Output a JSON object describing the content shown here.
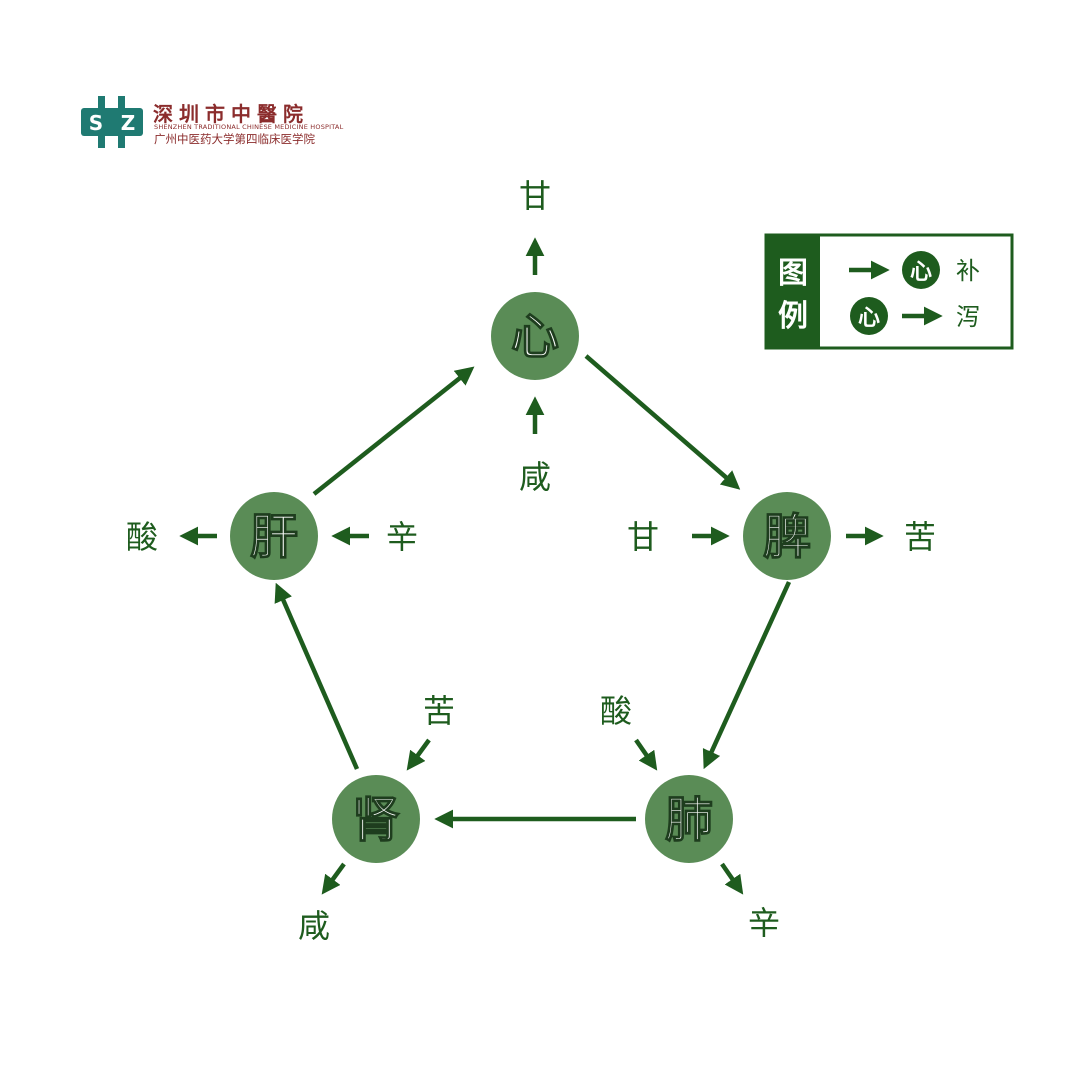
{
  "logo": {
    "mark_letters": [
      "S",
      "Z"
    ],
    "name_cn": "深圳市中醫院",
    "name_en": "SHENZHEN TRADITIONAL CHINESE MEDICINE HOSPITAL",
    "affiliation": "广州中医药大学第四临床医学院",
    "brand_color_teal": "#1f7a72",
    "brand_color_red": "#8b2c2c"
  },
  "colors": {
    "node_fill": "#5a8c56",
    "arrow": "#1e5c1e",
    "label": "#1e5c1e",
    "legend_dark": "#1e5c1e"
  },
  "nodes": {
    "heart": "心",
    "spleen": "脾",
    "lung": "肺",
    "kidney": "肾",
    "liver": "肝"
  },
  "flavors": {
    "heart_out": "甘",
    "heart_in": "咸",
    "spleen_in": "甘",
    "spleen_out": "苦",
    "lung_in": "酸",
    "lung_out": "辛",
    "kidney_in": "苦",
    "kidney_out": "咸",
    "liver_in": "辛",
    "liver_out": "酸"
  },
  "legend": {
    "title_line1": "图",
    "title_line2": "例",
    "sample_char": "心",
    "tonify_label": "补",
    "drain_label": "泻"
  }
}
